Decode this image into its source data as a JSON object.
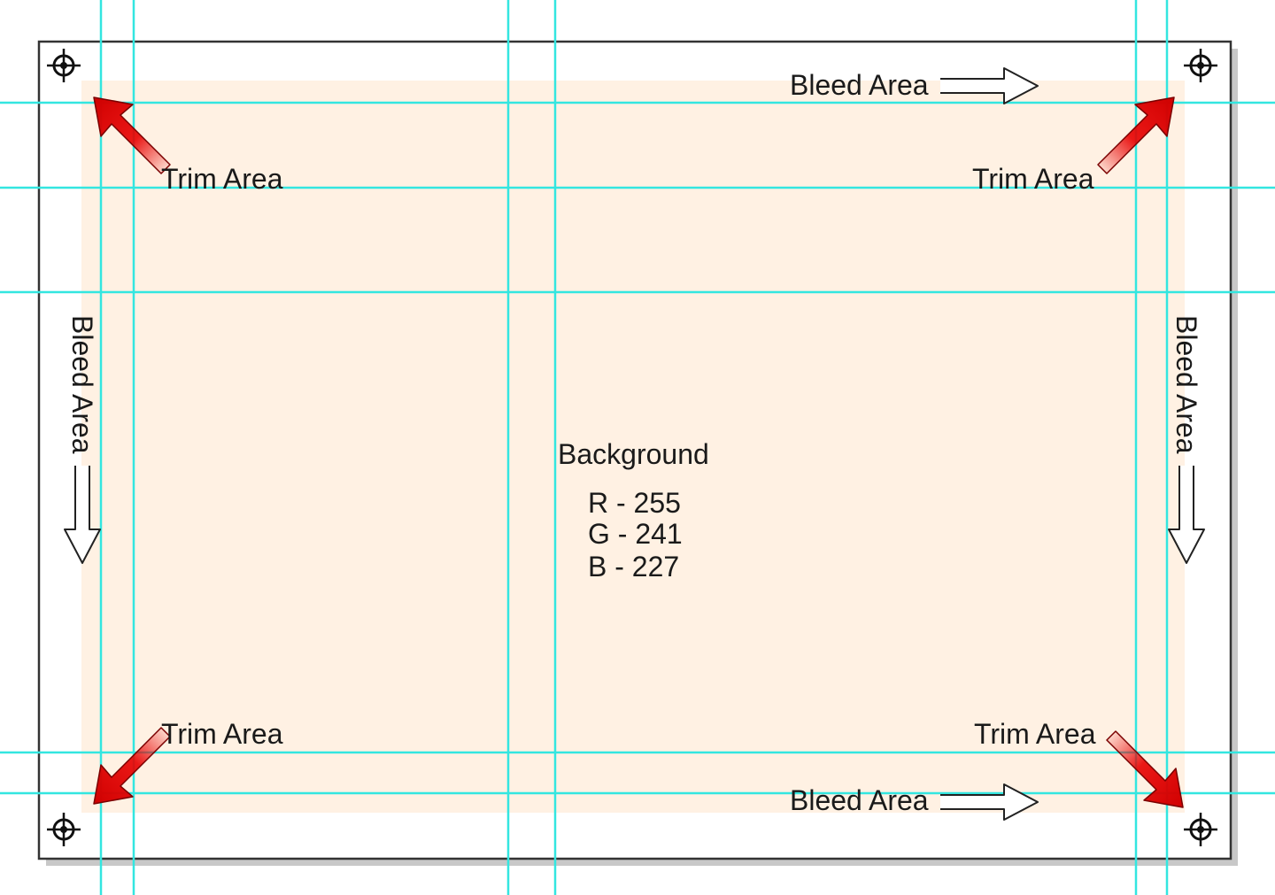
{
  "labels": {
    "bleed_top": "Bleed Area",
    "bleed_bottom": "Bleed Area",
    "bleed_left": "Bleed Area",
    "bleed_right": "Bleed Area",
    "trim_top_left": "Trim Area",
    "trim_top_right": "Trim Area",
    "trim_bottom_left": "Trim Area",
    "trim_bottom_right": "Trim Area"
  },
  "background": {
    "title": "Background",
    "r": "R - 255",
    "g": "G - 241",
    "b": "B - 227",
    "swatch_color": "#FFF1E3"
  },
  "colors": {
    "guide": "#33E6E0",
    "arrow_red": "#E80000",
    "outline": "#222222"
  },
  "icons": {
    "registration_mark": "crosshair-circle-icon",
    "hollow_arrow": "outline-arrow-icon",
    "red_arrow": "red-pointer-arrow-icon"
  }
}
